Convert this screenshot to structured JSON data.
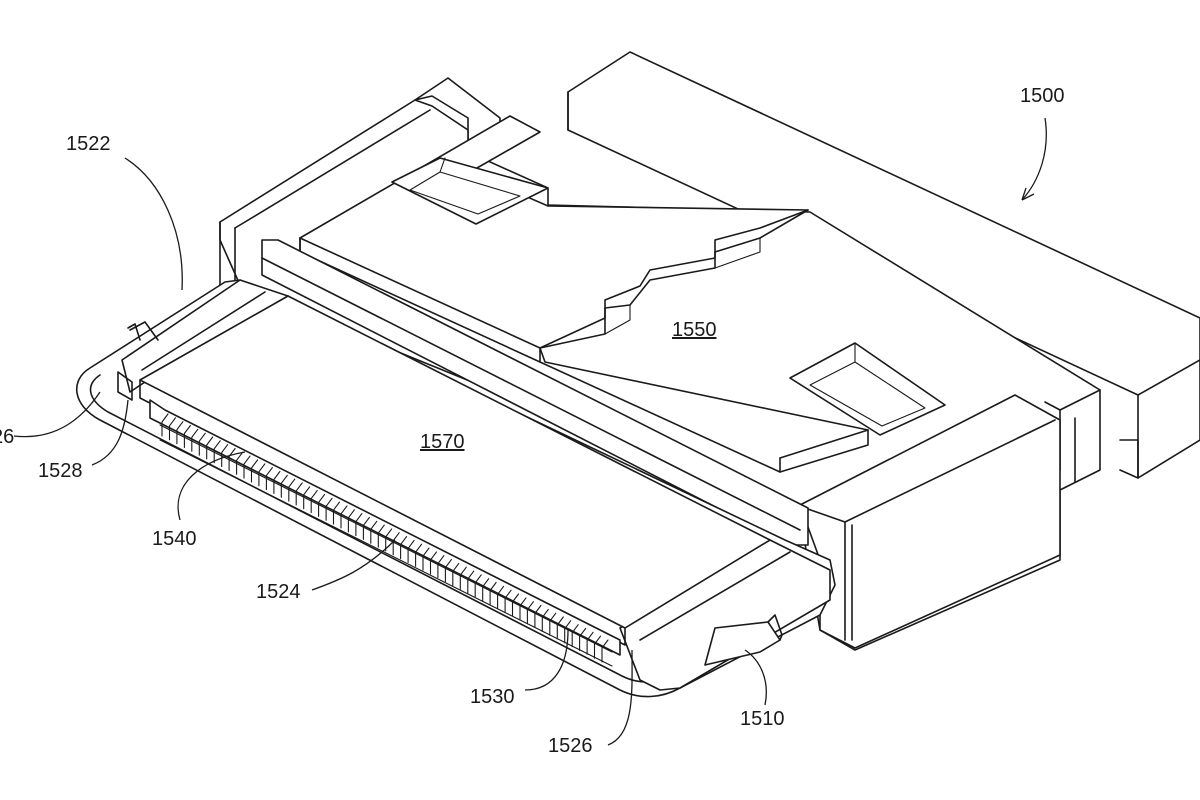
{
  "figure": {
    "labels": {
      "assembly": "1500",
      "top_left_shell": "1522",
      "cut_left": "26",
      "left_edge": "1528",
      "contacts_row": "1540",
      "contact_strip": "1524",
      "bottom_contacts": "1530",
      "right_edge": "1526",
      "side_latch": "1510",
      "top_cover": "1550",
      "tongue": "1570"
    }
  }
}
